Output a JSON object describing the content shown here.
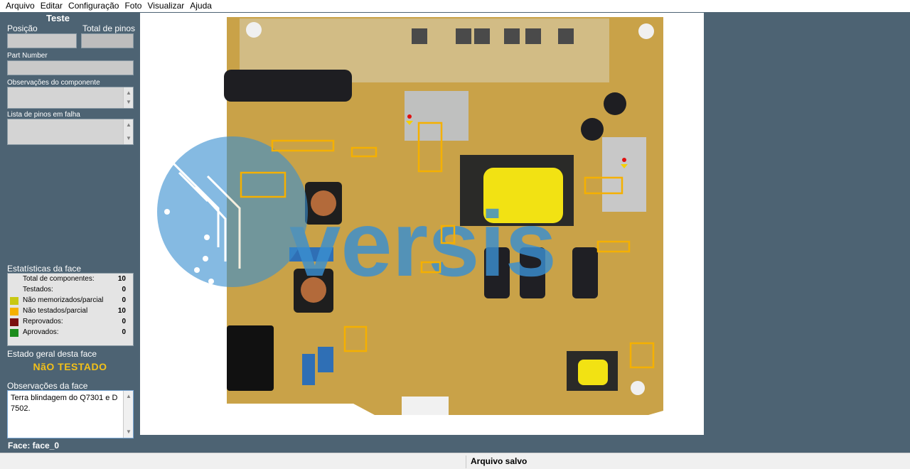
{
  "menu": [
    "Arquivo",
    "Editar",
    "Configuração",
    "Foto",
    "Visualizar",
    "Ajuda"
  ],
  "left_panel": {
    "title": "Teste",
    "position_label": "Posição",
    "total_pins_label": "Total de pinos",
    "part_number_label": "Part Number",
    "component_notes_label": "Observações do componente",
    "failed_pins_label": "Lista de pinos em falha",
    "stats_title": "Estatísticas da face",
    "stats": [
      {
        "label": "Total de componentes:",
        "value": "10",
        "color": ""
      },
      {
        "label": "Testados:",
        "value": "0",
        "color": ""
      },
      {
        "label": "Não memorizados/parcial",
        "value": "0",
        "color": "#c8c814"
      },
      {
        "label": "Não testados/parcial",
        "value": "10",
        "color": "#f5b000"
      },
      {
        "label": "Reprovados:",
        "value": "0",
        "color": "#7a0f0f"
      },
      {
        "label": "Aprovados:",
        "value": "0",
        "color": "#1c8c1c"
      }
    ],
    "state_label": "Estado geral desta face",
    "state_value": "NãO TESTADO",
    "face_notes_label": "Observações da face",
    "face_notes": "Terra  blindagem do Q7301 e D 7502.",
    "face_name": "Face: face_0"
  },
  "watermark": "versis",
  "status": "Arquivo salvo",
  "colors": {
    "panel_bg": "#4d6373",
    "highlight": "#f5b000",
    "state_text": "#f2c019",
    "board": "#c9a248",
    "watermark": "#3a8fd0"
  }
}
